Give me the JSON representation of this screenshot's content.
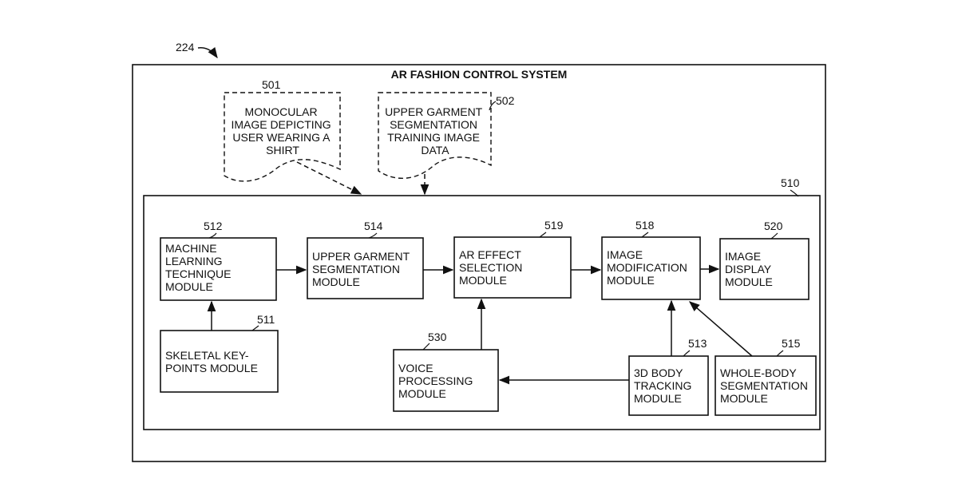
{
  "figure_ref": "224",
  "system": {
    "title": "AR FASHION CONTROL SYSTEM"
  },
  "inner_ref": "510",
  "documents": [
    {
      "id": "d501",
      "ref": "501",
      "lines": [
        "MONOCULAR",
        "IMAGE DEPICTING",
        "USER WEARING A",
        "SHIRT"
      ]
    },
    {
      "id": "d502",
      "ref": "502",
      "lines": [
        "UPPER GARMENT",
        "SEGMENTATION",
        "TRAINING IMAGE",
        "DATA"
      ]
    }
  ],
  "modules": [
    {
      "id": "m512",
      "ref": "512",
      "lines": [
        "MACHINE",
        "LEARNING",
        "TECHNIQUE",
        "MODULE"
      ]
    },
    {
      "id": "m514",
      "ref": "514",
      "lines": [
        "UPPER GARMENT",
        "SEGMENTATION",
        "MODULE"
      ]
    },
    {
      "id": "m519",
      "ref": "519",
      "lines": [
        "AR EFFECT",
        "SELECTION",
        "MODULE"
      ]
    },
    {
      "id": "m518",
      "ref": "518",
      "lines": [
        "IMAGE",
        "MODIFICATION",
        "MODULE"
      ]
    },
    {
      "id": "m520",
      "ref": "520",
      "lines": [
        "IMAGE",
        "DISPLAY",
        "MODULE"
      ]
    },
    {
      "id": "m511",
      "ref": "511",
      "lines": [
        "SKELETAL KEY-",
        "POINTS MODULE"
      ]
    },
    {
      "id": "m530",
      "ref": "530",
      "lines": [
        "VOICE",
        "PROCESSING",
        "MODULE"
      ]
    },
    {
      "id": "m513",
      "ref": "513",
      "lines": [
        "3D BODY",
        "TRACKING",
        "MODULE"
      ]
    },
    {
      "id": "m515",
      "ref": "515",
      "lines": [
        "WHOLE-BODY",
        "SEGMENTATION",
        "MODULE"
      ]
    }
  ],
  "connections": [
    {
      "from": "d501",
      "to": "inner",
      "style": "dashed"
    },
    {
      "from": "d502",
      "to": "inner",
      "style": "dashed"
    },
    {
      "from": "m512",
      "to": "m514",
      "style": "solid"
    },
    {
      "from": "m514",
      "to": "m519",
      "style": "solid"
    },
    {
      "from": "m519",
      "to": "m518",
      "style": "solid"
    },
    {
      "from": "m518",
      "to": "m520",
      "style": "solid"
    },
    {
      "from": "m511",
      "to": "m512",
      "style": "solid"
    },
    {
      "from": "m530",
      "to": "m519",
      "style": "solid"
    },
    {
      "from": "m513",
      "to": "m518",
      "style": "solid"
    },
    {
      "from": "m513",
      "to": "m530",
      "style": "solid"
    },
    {
      "from": "m515",
      "to": "m518",
      "style": "solid"
    }
  ]
}
